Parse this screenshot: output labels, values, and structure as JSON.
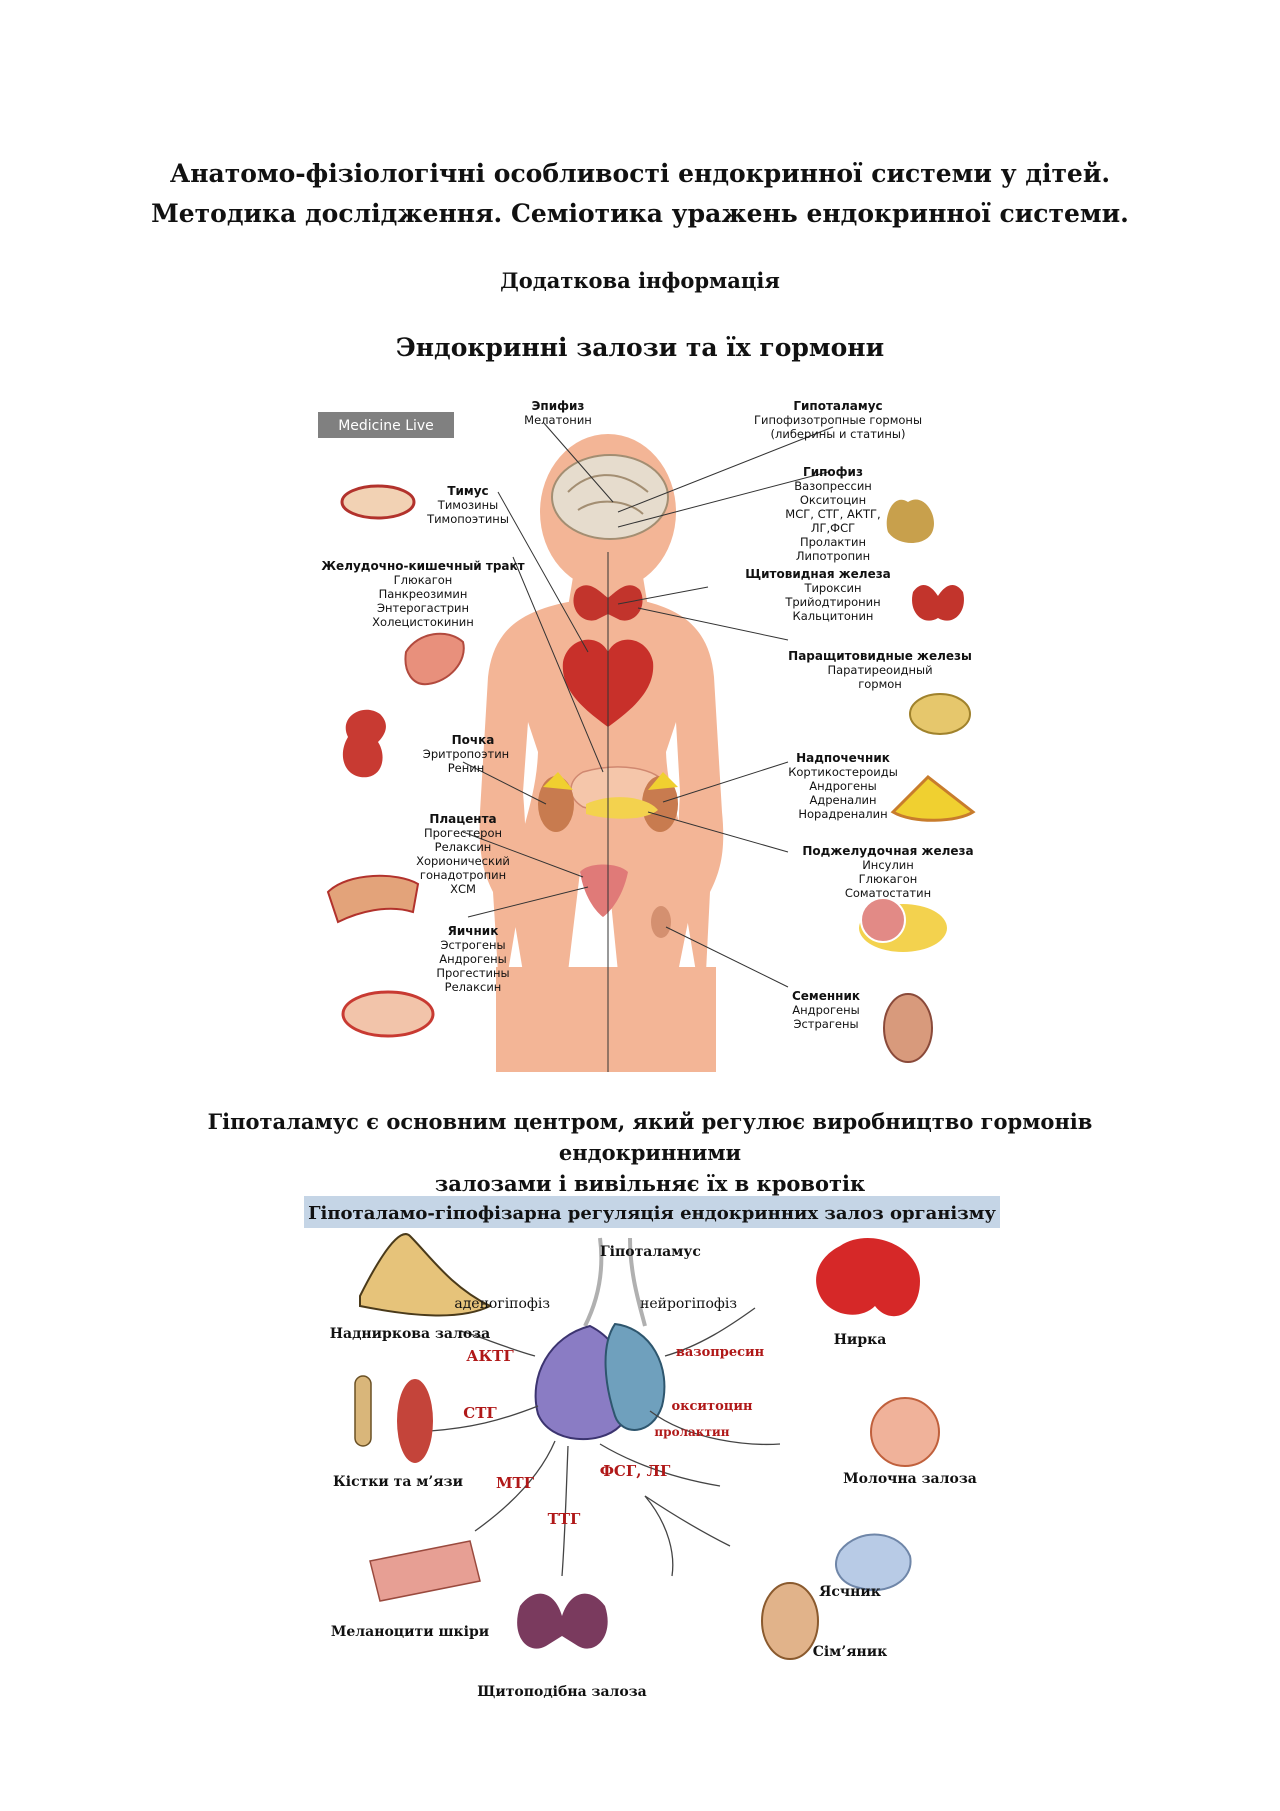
{
  "document": {
    "title_line1": "Анатомо-фізіологічні особливості ендокринної системи у дітей.",
    "title_line2": "Методика дослідження. Семіотика уражень ендокринної системи.",
    "subtitle": "Додаткова інформація",
    "section_title": "Эндокринні залози та їх гормони",
    "statement_line1": "Гіпоталамус  є  основним центром, який регулює виробництво гормонів ендокринними",
    "statement_line2": "залозами і вивільняє їх в кровотік"
  },
  "figure1": {
    "watermark": "Medicine Live",
    "glands": [
      {
        "name": "Эпифиз",
        "hormones": [
          "Мелатонин"
        ]
      },
      {
        "name": "Гипоталамус",
        "hormones": [
          "Гипофизотропные гормоны",
          "(либерины и статины)"
        ]
      },
      {
        "name": "Тимус",
        "hormones": [
          "Тимозины",
          "Тимопоэтины"
        ]
      },
      {
        "name": "Гипофиз",
        "hormones": [
          "Вазопрессин",
          "Окситоцин",
          "МСГ, СТГ, АКТГ,",
          "ЛГ,ФСГ",
          "Пролактин",
          "Липотропин"
        ]
      },
      {
        "name": "Желудочно-кишечный тракт",
        "hormones": [
          "Глюкагон",
          "Панкреозимин",
          "Энтерогастрин",
          "Холецистокинин"
        ]
      },
      {
        "name": "Щитовидная железа",
        "hormones": [
          "Тироксин",
          "Трийодтиронин",
          "Кальцитонин"
        ]
      },
      {
        "name": "Паращитовидные железы",
        "hormones": [
          "Паратиреоидный",
          "гормон"
        ]
      },
      {
        "name": "Почка",
        "hormones": [
          "Эритропоэтин",
          "Ренин"
        ]
      },
      {
        "name": "Надпочечник",
        "hormones": [
          "Кортикостероиды",
          "Андрогены",
          "Адреналин",
          "Норадреналин"
        ]
      },
      {
        "name": "Плацента",
        "hormones": [
          "Прогестерон",
          "Релаксин",
          "Хорионический",
          "гонадотропин",
          "ХСМ"
        ]
      },
      {
        "name": "Поджелудочная железа",
        "hormones": [
          "Инсулин",
          "Глюкагон",
          "Соматостатин"
        ]
      },
      {
        "name": "Яичник",
        "hormones": [
          "Эстрогены",
          "Андрогены",
          "Прогестины",
          "Релаксин"
        ]
      },
      {
        "name": "Семенник",
        "hormones": [
          "Андрогены",
          "Эстрагены"
        ]
      }
    ]
  },
  "figure2": {
    "title": "Гіпоталамо-гіпофізарна регуляція ендокринних залоз організму",
    "labels": {
      "hypothalamus": "Гіпоталамус",
      "adenohypophysis": "аденогіпофіз",
      "neurohypophysis": "нейрогіпофіз",
      "adrenal": "Наднирковa залоза",
      "kidney": "Нирка",
      "bones": "Кістки та м’язи",
      "mammary": "Молочна залоза",
      "melanocytes": "Меланоцити шкіри",
      "ovary": "Ясчник",
      "testis": "Сім’яник",
      "thyroid": "Щитоподібна залоза"
    },
    "hormones": {
      "acth": "АКТГ",
      "stg": "СТГ",
      "mtg": "МТГ",
      "ttg": "ТТГ",
      "fsh_lh": "ФСГ, ЛГ",
      "vasopressin": "вазопресин",
      "oxytocin": "окситоцин",
      "prolactin": "пролактин"
    },
    "colors": {
      "hormone": "#b01818",
      "title_bg": "#c5d5e6"
    }
  }
}
